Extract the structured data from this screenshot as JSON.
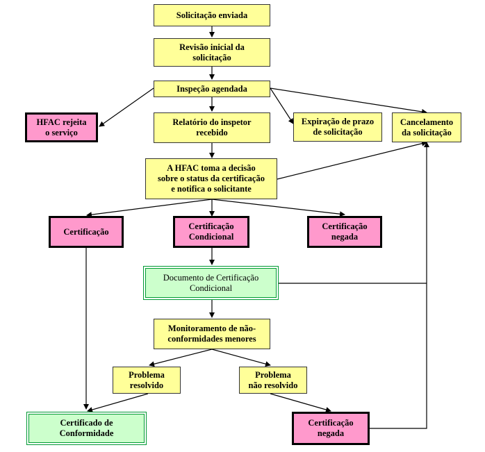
{
  "nodes": {
    "solicitacao_enviada": "Solicitação enviada",
    "revisao_inicial": "Revisão inicial da\nsolicitação",
    "inspecao_agendada": "Inspeção agendada",
    "hfac_rejeita": "HFAC rejeita\no serviço",
    "relatorio_inspetor": "Relatório do inspetor\nrecebido",
    "expiracao_prazo": "Expiração de prazo\nde solicitação",
    "cancelamento": "Cancelamento\nda solicitação",
    "hfac_decisao": "A HFAC toma a decisão\nsobre o status da certificação\ne notifica o solicitante",
    "certificacao": "Certificação",
    "certificacao_condicional": "Certificação\nCondicional",
    "certificacao_negada_1": "Certificação\nnegada",
    "documento_condicional": "Documento de Certificação\nCondicional",
    "monitoramento": "Monitoramento de não-\nconformidades menores",
    "problema_resolvido": "Problema\nresolvido",
    "problema_nao_resolvido": "Problema\nnão resolvido",
    "certificado_conformidade": "Certificado de\nConformidade",
    "certificacao_negada_2": "Certificação\nnegada"
  },
  "colors": {
    "yellow_fill": "#ffff99",
    "pink_fill": "#ff99cc",
    "green_fill": "#ccffcc",
    "green_border": "#009933",
    "line": "#000000"
  }
}
